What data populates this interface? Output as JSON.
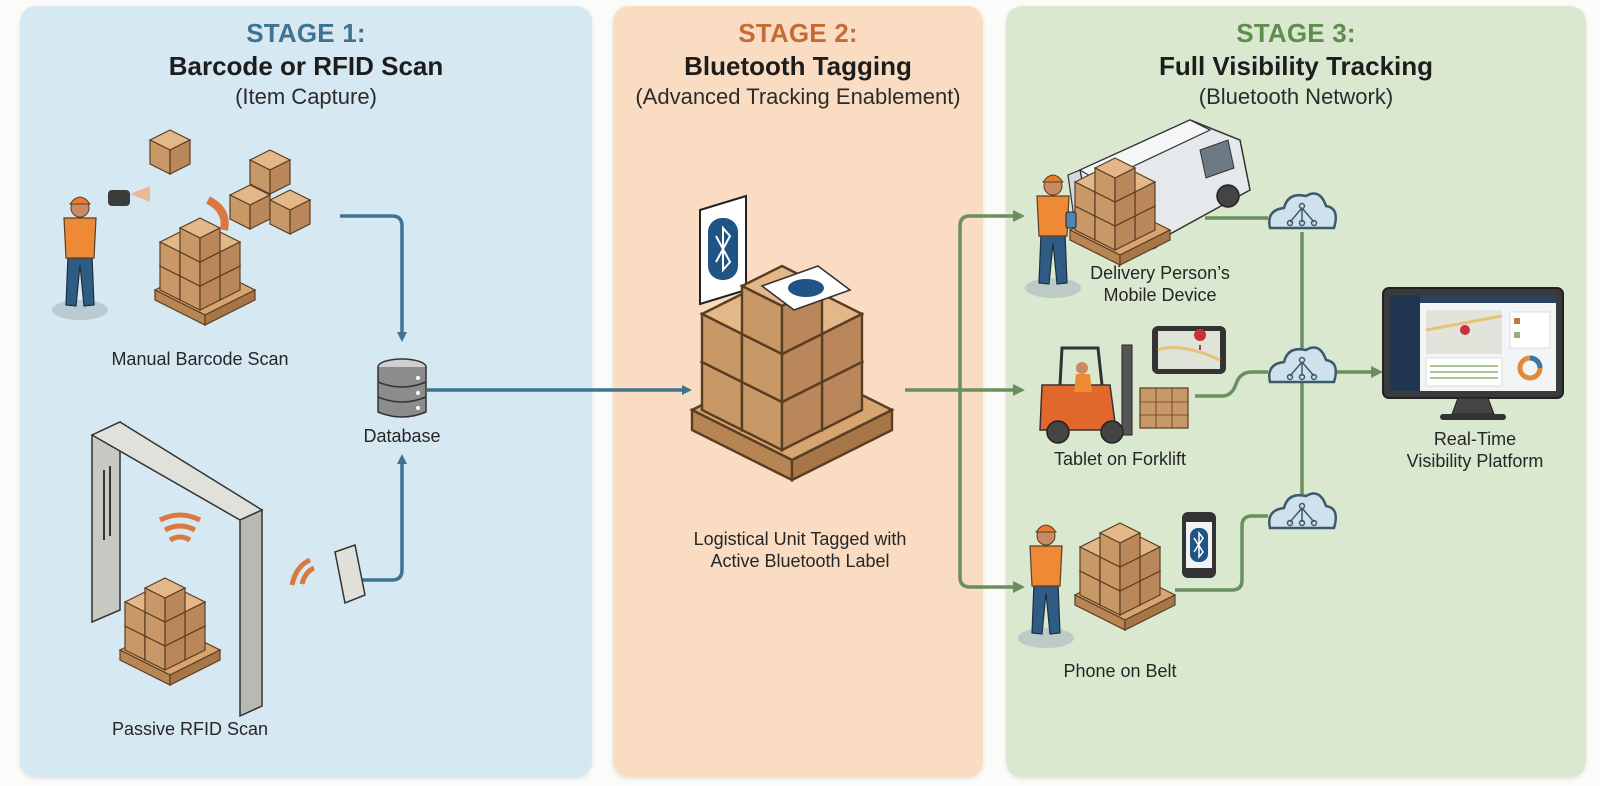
{
  "stages": [
    {
      "number": "STAGE 1:",
      "title": "Barcode or RFID Scan",
      "subtitle": "(Item Capture)",
      "color": "#3e7393",
      "items": [
        {
          "label": "Manual Barcode Scan"
        },
        {
          "label": "Database"
        },
        {
          "label": "Passive RFID Scan"
        }
      ]
    },
    {
      "number": "STAGE 2:",
      "title": "Bluetooth Tagging",
      "subtitle": "(Advanced Tracking Enablement)",
      "color": "#c46c38",
      "items": [
        {
          "label_line1": "Logistical Unit Tagged with",
          "label_line2": "Active Bluetooth Label"
        }
      ]
    },
    {
      "number": "STAGE 3:",
      "title": "Full Visibility Tracking",
      "subtitle": "(Bluetooth Network)",
      "color": "#5e8d4e",
      "items": [
        {
          "label_line1": "Delivery Person’s",
          "label_line2": "Mobile Device"
        },
        {
          "label": "Tablet on Forklift"
        },
        {
          "label": "Phone on Belt"
        },
        {
          "label_line1": "Real-Time",
          "label_line2": "Visibility Platform"
        }
      ]
    }
  ],
  "colors": {
    "stage1_bg": "#d6e8f1",
    "stage2_bg": "#fadcc2",
    "stage3_bg": "#d9e8cf",
    "flow_blue": "#3f7490",
    "flow_green": "#6a8f5e",
    "bluetooth_blue": "#1f5584",
    "accent_orange": "#d9783f"
  },
  "icons": [
    "worker-scanning-icon",
    "pallet-boxes-icon",
    "database-icon",
    "rfid-gate-icon",
    "rfid-reader-icon",
    "bluetooth-label-icon",
    "delivery-van-icon",
    "forklift-icon",
    "tablet-map-icon",
    "phone-bluetooth-icon",
    "cloud-network-icon",
    "monitor-dashboard-icon"
  ]
}
